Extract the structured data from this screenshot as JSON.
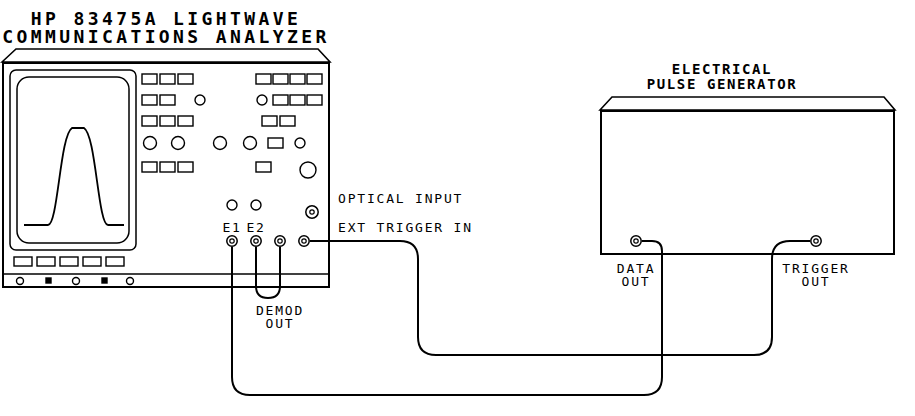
{
  "diagram": {
    "nodes": [
      {
        "text": [
          "HP 83475A LIGHTWAVE COMMUNICATIONS ANALYZER"
        ]
      },
      {
        "text": [
          "OPTICAL INPUT"
        ],
        "in": 0
      },
      {
        "text": [
          "EXT TRIGGER IN"
        ],
        "in": 0
      },
      {
        "text": [
          "E1"
        ],
        "in": 0
      },
      {
        "text": [
          "E2"
        ],
        "in": 0
      },
      {
        "text": [
          "DEMOD OUT"
        ],
        "in": 0
      },
      {
        "text": [
          "ELECTRICAL PULSE GENERATOR"
        ]
      },
      {
        "text": [
          "DATA OUT"
        ],
        "in": 6
      },
      {
        "text": [
          "TRIGGER OUT"
        ],
        "in": 6
      }
    ],
    "edges": [
      {
        "from": 3,
        "to": 7,
        "arrow": "none"
      },
      {
        "from": 4,
        "to": 5,
        "arrow": "none"
      },
      {
        "from": 2,
        "to": 8,
        "arrow": "none"
      }
    ]
  }
}
